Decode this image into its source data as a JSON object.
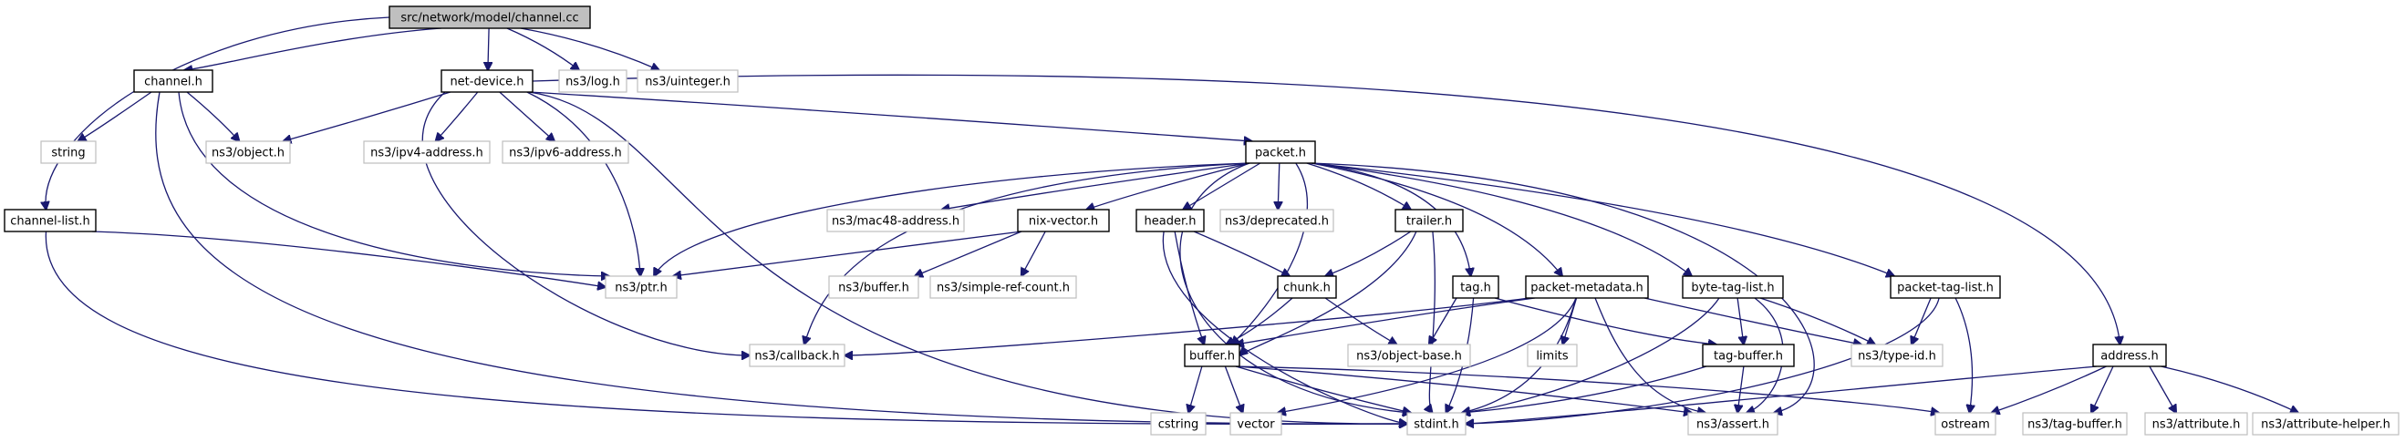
{
  "colors": {
    "edge": "#191970",
    "root_fill": "#bfbfbf",
    "ext_border": "#bfbfbf",
    "main_border": "#000000"
  },
  "nodes": {
    "root": "src/network/model/channel.cc",
    "channel_h": "channel.h",
    "net_device_h": "net-device.h",
    "ns3_log_h": "ns3/log.h",
    "ns3_uinteger_h": "ns3/uinteger.h",
    "channel_list_h": "channel-list.h",
    "string": "string",
    "ns3_object_h": "ns3/object.h",
    "ns3_ipv4_address_h": "ns3/ipv4-address.h",
    "ns3_ipv6_address_h": "ns3/ipv6-address.h",
    "packet_h": "packet.h",
    "ns3_mac48_address_h": "ns3/mac48-address.h",
    "nix_vector_h": "nix-vector.h",
    "header_h": "header.h",
    "ns3_deprecated_h": "ns3/deprecated.h",
    "trailer_h": "trailer.h",
    "ns3_ptr_h": "ns3/ptr.h",
    "ns3_buffer_h": "ns3/buffer.h",
    "ns3_simple_ref_count_h": "ns3/simple-ref-count.h",
    "chunk_h": "chunk.h",
    "tag_h": "tag.h",
    "packet_metadata_h": "packet-metadata.h",
    "byte_tag_list_h": "byte-tag-list.h",
    "packet_tag_list_h": "packet-tag-list.h",
    "address_h": "address.h",
    "ns3_callback_h": "ns3/callback.h",
    "buffer_h": "buffer.h",
    "ns3_object_base_h": "ns3/object-base.h",
    "limits": "limits",
    "tag_buffer_h": "tag-buffer.h",
    "ns3_type_id_h": "ns3/type-id.h",
    "cstring": "cstring",
    "vector": "vector",
    "stdint_h": "stdint.h",
    "ns3_assert_h": "ns3/assert.h",
    "ostream": "ostream",
    "ns3_tag_buffer_h": "ns3/tag-buffer.h",
    "ns3_attribute_h": "ns3/attribute.h",
    "ns3_attribute_helper_h": "ns3/attribute-helper.h"
  }
}
